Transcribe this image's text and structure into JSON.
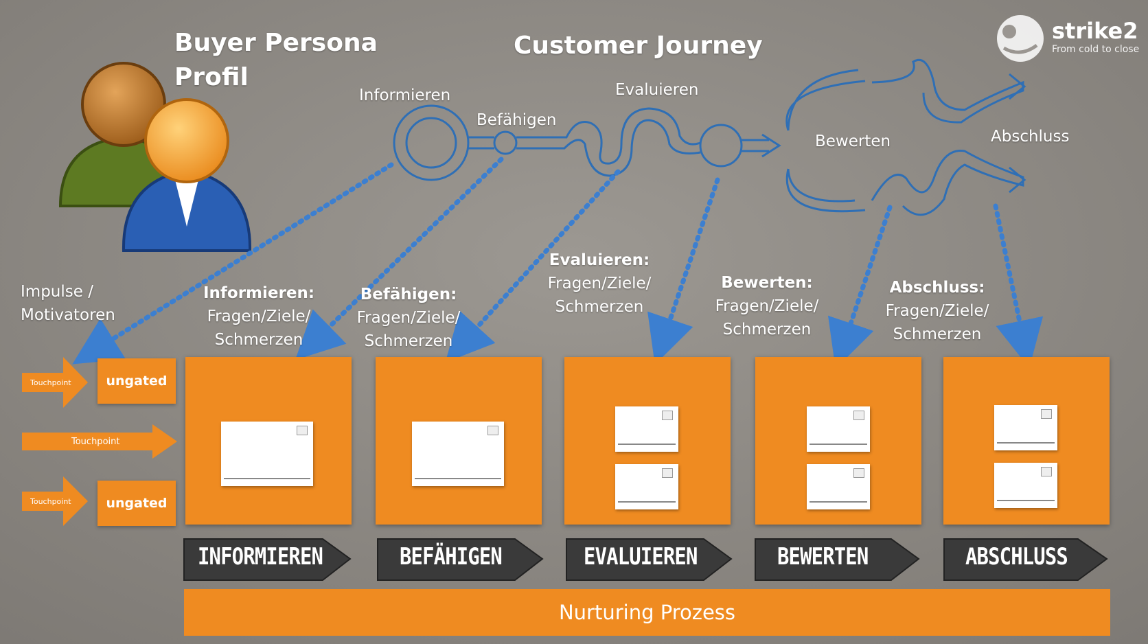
{
  "titles": {
    "persona_line1": "Buyer Persona",
    "persona_line2": "Profil",
    "journey": "Customer Journey"
  },
  "logo": {
    "name": "strike2",
    "tagline": "From cold to close"
  },
  "journey_labels": {
    "informieren": "Informieren",
    "befaehigen": "Befähigen",
    "evaluieren": "Evaluieren",
    "bewerten": "Bewerten",
    "abschluss": "Abschluss"
  },
  "impulse": {
    "line1": "Impulse /",
    "line2": "Motivatoren"
  },
  "stage_questions": [
    {
      "head": "Informieren:",
      "l1": "Fragen/Ziele/",
      "l2": "Schmerzen"
    },
    {
      "head": "Befähigen:",
      "l1": "Fragen/Ziele/",
      "l2": "Schmerzen"
    },
    {
      "head": "Evaluieren:",
      "l1": "Fragen/Ziele/",
      "l2": "Schmerzen"
    },
    {
      "head": "Bewerten:",
      "l1": "Fragen/Ziele/",
      "l2": "Schmerzen"
    },
    {
      "head": "Abschluss:",
      "l1": "Fragen/Ziele/",
      "l2": "Schmerzen"
    }
  ],
  "touchpoints": {
    "label": "Touchpoint",
    "ungated": "ungated"
  },
  "stages": [
    "INFORMIEREN",
    "BEFÄHIGEN",
    "EVALUIEREN",
    "BEWERTEN",
    "ABSCHLUSS"
  ],
  "nurturing": "Nurturing Prozess",
  "colors": {
    "orange": "#ef8b21",
    "blue_line": "#2f6fb5",
    "dark_chevron": "#3a3a3a"
  }
}
